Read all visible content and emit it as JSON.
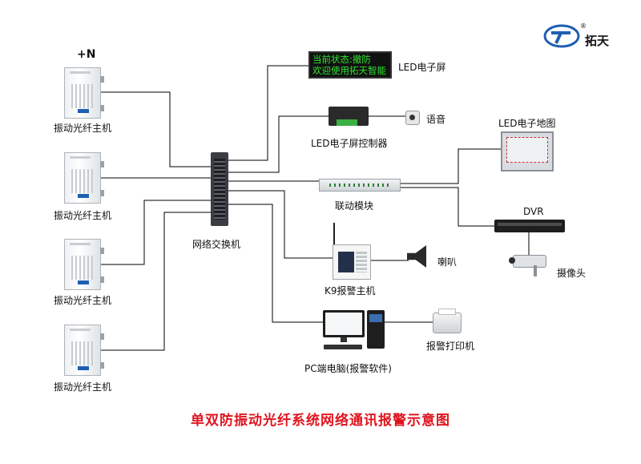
{
  "brand": {
    "name": "拓天",
    "registered_mark": "®"
  },
  "host_units": {
    "count_label": "+N",
    "items": [
      {
        "label": "振动光纤主机"
      },
      {
        "label": "振动光纤主机"
      },
      {
        "label": "振动光纤主机"
      },
      {
        "label": "振动光纤主机"
      }
    ]
  },
  "switch": {
    "label": "网络交换机"
  },
  "devices": {
    "led_screen": {
      "label": "LED电子屏",
      "line1": "当前状态:撤防",
      "line2": "欢迎使用拓天智能"
    },
    "led_controller": {
      "label": "LED电子屏控制器"
    },
    "voice": {
      "label": "语音"
    },
    "linkage_module": {
      "label": "联动模块"
    },
    "led_map": {
      "label": "LED电子地图"
    },
    "dvr": {
      "label": "DVR"
    },
    "camera": {
      "label": "摄像头"
    },
    "k9": {
      "label": "K9报警主机"
    },
    "horn": {
      "label": "喇叭"
    },
    "pc": {
      "label": "PC端电脑(报警软件)"
    },
    "printer": {
      "label": "报警打印机"
    }
  },
  "title": "单双防振动光纤系统网络通讯报警示意图",
  "colors": {
    "title": "#e0141e",
    "led_text": "#2fe32f",
    "brand_blue": "#1f5fb3",
    "wire": "#000000"
  }
}
